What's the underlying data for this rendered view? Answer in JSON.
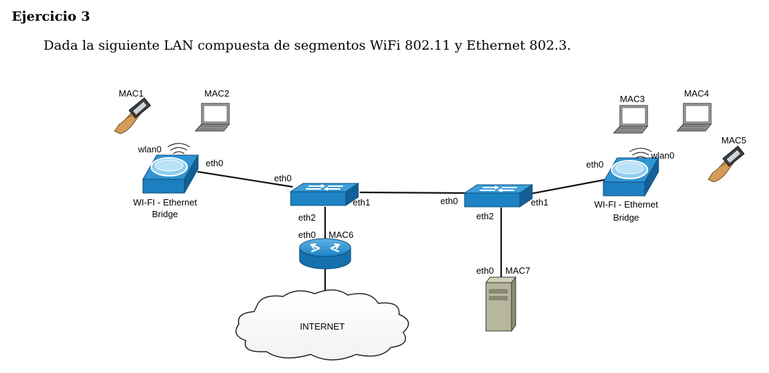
{
  "header": {
    "title": "Ejercicio 3",
    "description": "Dada la siguiente LAN compuesta de segmentos WiFi 802.11 y Ethernet 802.3."
  },
  "diagram": {
    "devices": {
      "mac1": "MAC1",
      "mac2": "MAC2",
      "mac3": "MAC3",
      "mac4": "MAC4",
      "mac5": "MAC5",
      "mac6": "MAC6",
      "mac7": "MAC7",
      "bridge_left": [
        "WI-FI - Ethernet",
        "Bridge"
      ],
      "bridge_right": [
        "WI-FI - Ethernet",
        "Bridge"
      ],
      "internet": "INTERNET"
    },
    "ports": {
      "bridge_left_wlan": "wlan0",
      "bridge_left_eth": "eth0",
      "switch_left_eth0": "eth0",
      "switch_left_eth1": "eth1",
      "switch_left_eth2": "eth2",
      "router_eth0": "eth0",
      "switch_right_eth0": "eth0",
      "switch_right_eth1": "eth1",
      "switch_right_eth2": "eth2",
      "server_eth0": "eth0",
      "bridge_right_wlan": "wlan0",
      "bridge_right_eth": "eth0"
    },
    "colors": {
      "device_blue": "#1d83c4",
      "device_light_blue": "#7ec3ea",
      "laptop_gray": "#a7a9a6",
      "skin": "#d59c58",
      "server_beige": "#b7b79d"
    }
  }
}
